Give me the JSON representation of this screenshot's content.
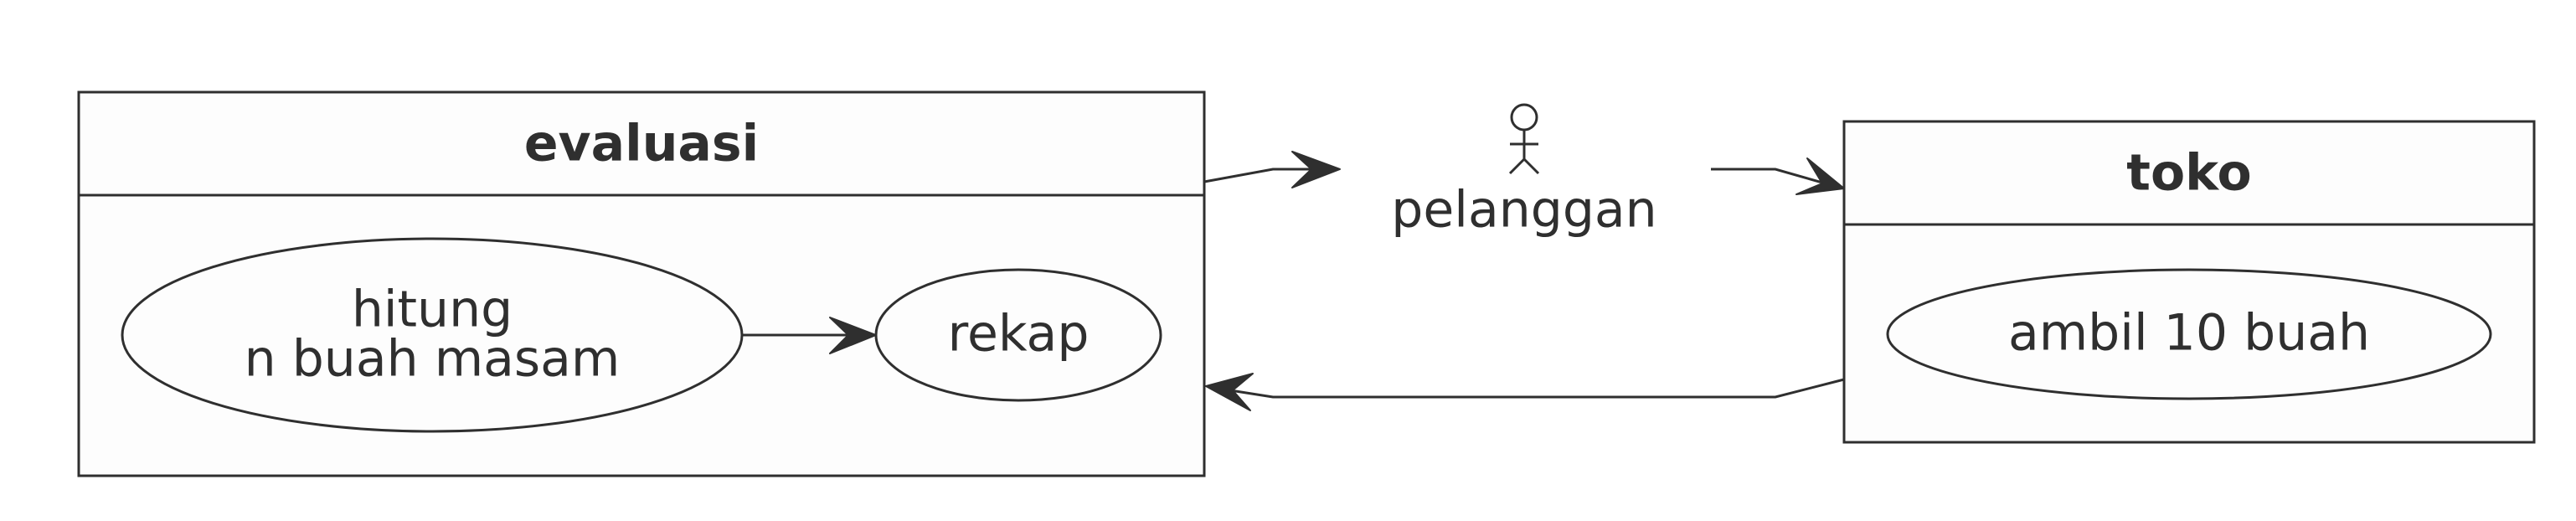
{
  "packages": {
    "evaluasi": {
      "title": "evaluasi",
      "usecases": {
        "hitung": {
          "lines": [
            "hitung",
            "n buah masam"
          ]
        },
        "rekap": {
          "label": "rekap"
        }
      }
    },
    "toko": {
      "title": "toko",
      "usecases": {
        "ambil": {
          "label": "ambil 10 buah"
        }
      }
    }
  },
  "actor": {
    "label": "pelanggan",
    "icon": "stick-figure-icon"
  },
  "colors": {
    "line": "#2f2f2f",
    "fill": "#fdfdfd",
    "background": "#ffffff"
  }
}
